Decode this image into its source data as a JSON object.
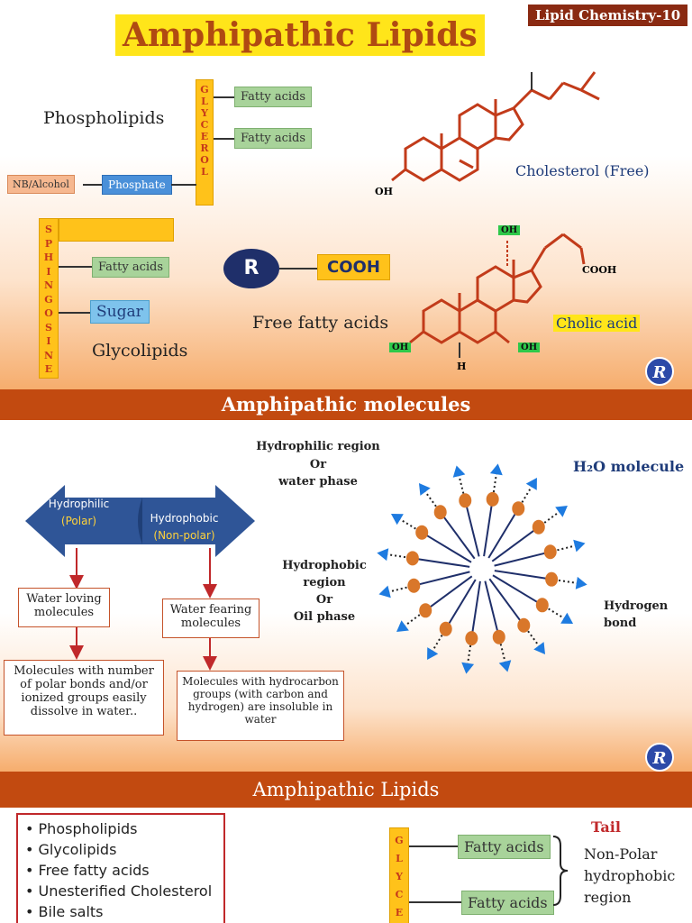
{
  "header": {
    "badge": "Lipid Chemistry-10",
    "title": "Amphipathic Lipids"
  },
  "section1": {
    "phospholipids_label": "Phospholipids",
    "glycerol_letters": [
      "G",
      "L",
      "Y",
      "C",
      "E",
      "R",
      "O",
      "L"
    ],
    "fatty_acid_1": "Fatty acids",
    "fatty_acid_2": "Fatty acids",
    "nb_alcohol": "NB/Alcohol",
    "phosphate": "Phosphate",
    "cholesterol_label": "Cholesterol (Free)",
    "oh_cholesterol": "OH",
    "sphingosine_letters": [
      "S",
      "P",
      "H",
      "I",
      "N",
      "G",
      "O",
      "S",
      "I",
      "N",
      "E"
    ],
    "fatty_acid_3": "Fatty acids",
    "sugar": "Sugar",
    "glycolipids_label": "Glycolipids",
    "r_group": "R",
    "cooh_box": "COOH",
    "free_fatty_acids_label": "Free fatty acids",
    "cholic_acid_label": "Cholic acid",
    "cholic_cooh": "COOH",
    "cholic_oh_top": "OH",
    "cholic_oh_left": "OH",
    "cholic_oh_right": "OH",
    "cholic_h": "H",
    "logo": "R"
  },
  "banner1": "Amphipathic molecules",
  "section2": {
    "hydrophilic_arrow": "Hydrophilic",
    "polar": "(Polar)",
    "hydrophobic_arrow": "Hydrophobic",
    "non_polar": "(Non-polar)",
    "water_loving": "Water loving molecules",
    "water_fearing": "Water fearing molecules",
    "polar_desc": "Molecules with number of polar bonds and/or ionized groups easily dissolve in water..",
    "nonpolar_desc": "Molecules with hydrocarbon groups (with carbon and hydrogen) are insoluble in water",
    "hydrophilic_region": [
      "Hydrophilic region",
      "Or",
      "water phase"
    ],
    "h2o_molecule": "H₂O molecule",
    "hydrophobic_region": [
      "Hydrophobic",
      "region",
      "Or",
      "Oil phase"
    ],
    "hydrogen_bond": [
      "Hydrogen",
      "bond"
    ],
    "logo": "R"
  },
  "banner2": "Amphipathic Lipids",
  "section3": {
    "list": [
      "Phospholipids",
      "Glycolipids",
      "Free fatty acids",
      "Unesterified Cholesterol",
      "Bile salts"
    ],
    "glyce_letters": [
      "G",
      "L",
      "Y",
      "C",
      "E"
    ],
    "fatty_acid_a": "Fatty acids",
    "fatty_acid_b": "Fatty acids",
    "tail": "Tail",
    "nonpolar_region": [
      "Non-Polar",
      "hydrophobic",
      "region"
    ]
  },
  "colors": {
    "banner": "#c24a10",
    "title_bg": "#ffe51a",
    "title_text": "#b04a12",
    "arrow_blue": "#2f5597",
    "structure_red": "#c23b1a",
    "fatty_green": "#a8d39a",
    "glycerol_yellow": "#ffc21a"
  }
}
